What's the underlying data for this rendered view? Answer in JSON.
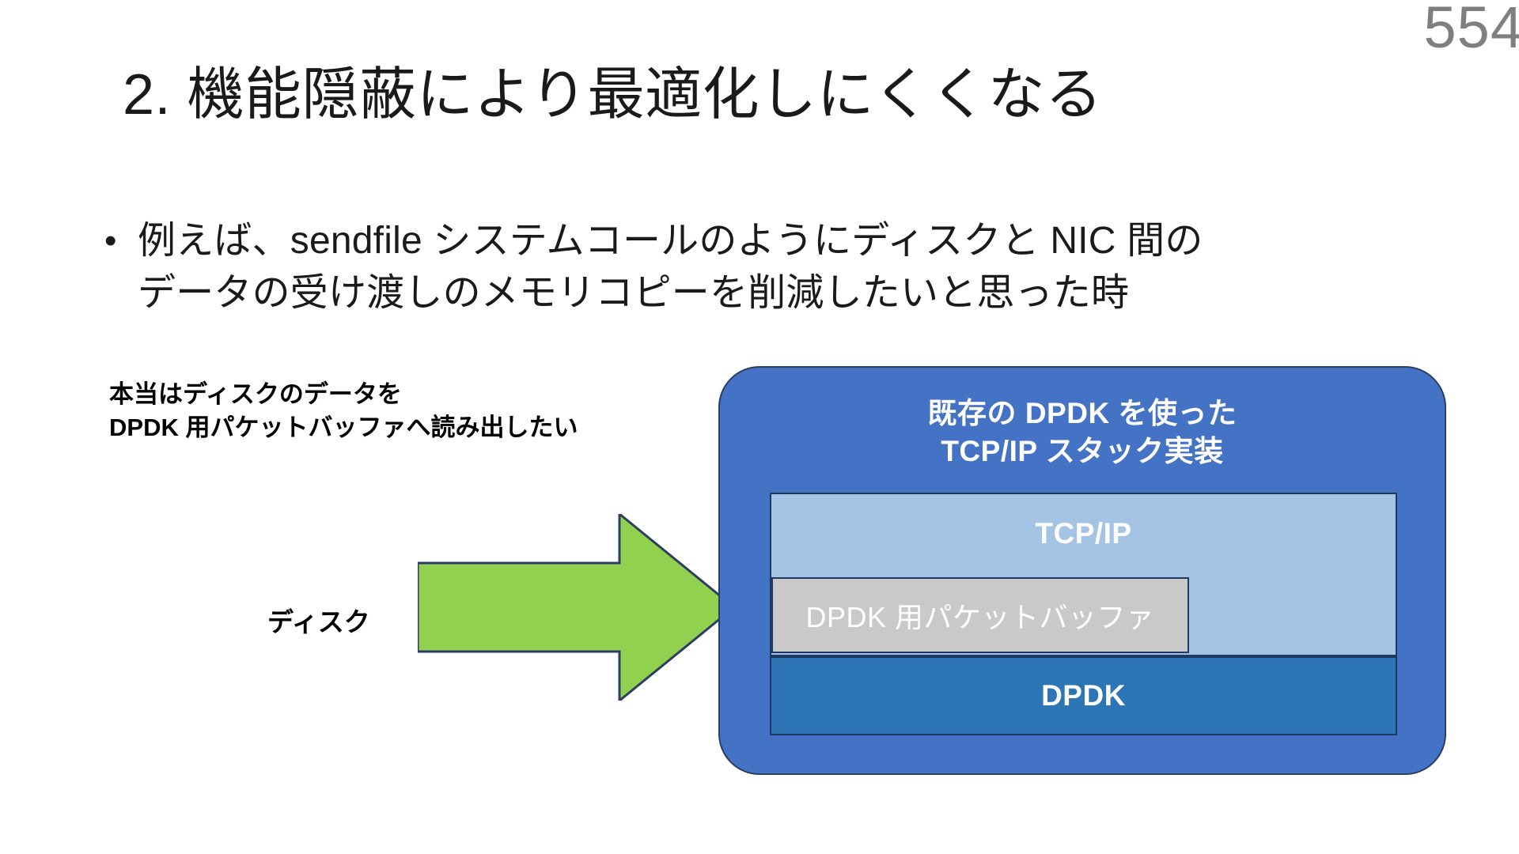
{
  "slide": {
    "page_number": "554",
    "title": "2. 機能隠蔽により最適化しにくくなる",
    "bullets": [
      {
        "marker": "•",
        "line1": "例えば、sendfile システムコールのようにディスクと NIC 間の",
        "line2": "データの受け渡しのメモリコピーを削減したいと思った時"
      }
    ]
  },
  "diagram": {
    "annotation": {
      "line1": "本当はディスクのデータを",
      "line2": "DPDK 用パケットバッファへ読み出したい"
    },
    "disk_label": "ディスク",
    "arrow_label": "green-right-arrow",
    "panel": {
      "heading_line1": "既存の DPDK を使った",
      "heading_line2": "TCP/IP スタック実装",
      "color": "#4472C4",
      "border_color": "#2c3e62",
      "layers": [
        {
          "name": "tcpip",
          "label": "TCP/IP",
          "color": "#A5C4E4"
        },
        {
          "name": "packet-buffer",
          "label": "DPDK 用パケットバッファ",
          "color": "#C9C9C9"
        },
        {
          "name": "dpdk",
          "label": "DPDK",
          "color": "#2E75B6"
        }
      ]
    },
    "colors": {
      "arrow_fill": "#92D050",
      "arrow_stroke": "#2c3e62",
      "page_number": "#7f7f7f",
      "text": "#1a1a1a"
    }
  }
}
